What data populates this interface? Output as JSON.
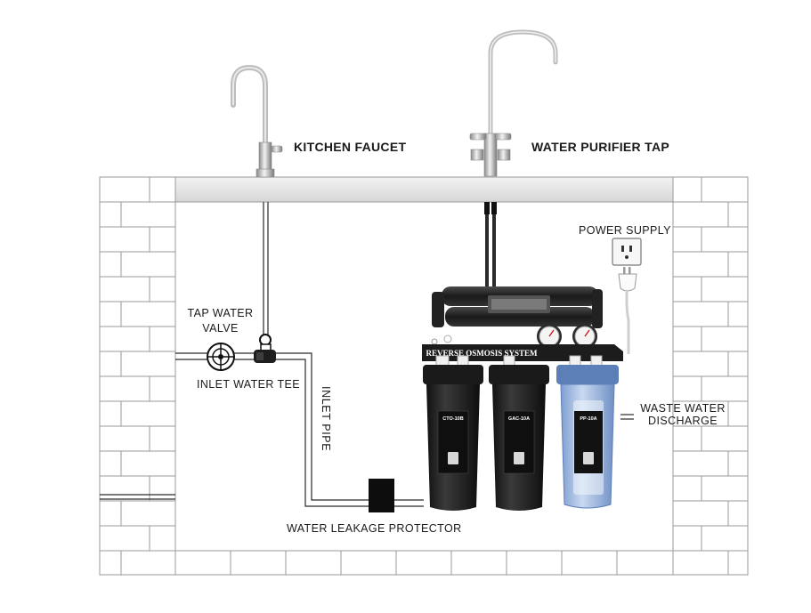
{
  "labels": {
    "kitchen_faucet": "KITCHEN FAUCET",
    "purifier_tap": "WATER PURIFIER TAP",
    "power_supply": "POWER SUPPLY",
    "tap_water_valve_line1": "TAP WATER",
    "tap_water_valve_line2": "VALVE",
    "inlet_water_tee": "INLET WATER TEE",
    "inlet_pipe": "INLET PIPE",
    "waste_water_line1": "WASTE WATER",
    "waste_water_line2": "DISCHARGE",
    "leakage_protector": "WATER LEAKAGE PROTECTOR"
  },
  "system": {
    "bracket_title": "REVERSE OSMOSIS SYSTEM",
    "filters": [
      {
        "model": "CTO-10B",
        "housing": "black"
      },
      {
        "model": "GAC-10A",
        "housing": "black"
      },
      {
        "model": "PP-10A",
        "housing": "clear-blue"
      }
    ]
  },
  "colors": {
    "brick_line": "#9a9a9a",
    "counter": "#e4e4e4",
    "pipe": "#222222",
    "housing_black": "#262626",
    "housing_blue": "#9db8de"
  }
}
